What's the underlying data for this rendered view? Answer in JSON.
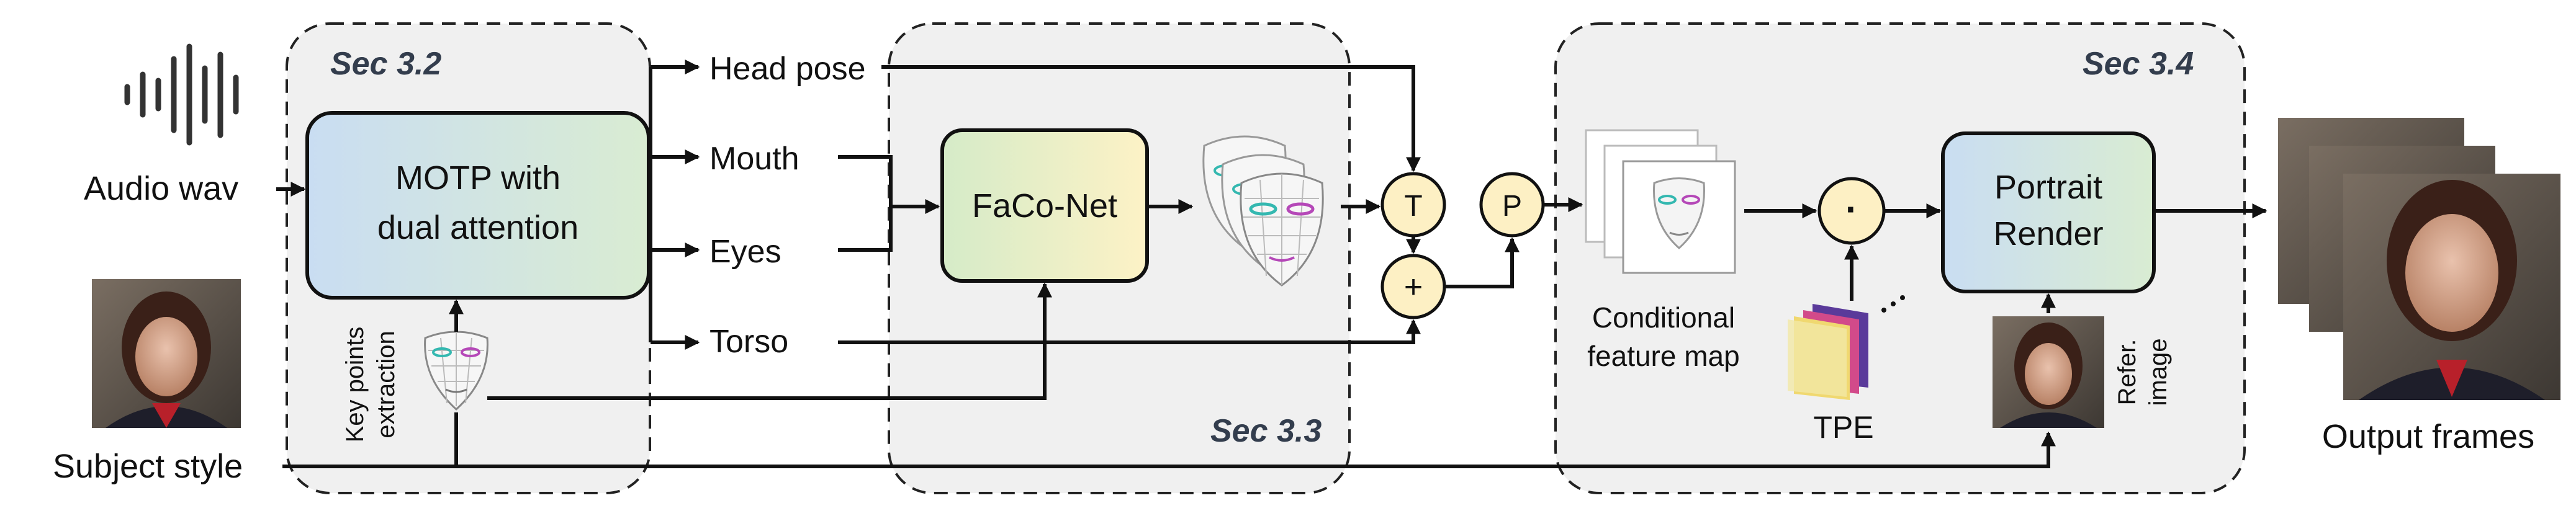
{
  "inputs": {
    "audio_label": "Audio wav",
    "subject_label": "Subject style"
  },
  "sections": {
    "sec32": "Sec 3.2",
    "sec33": "Sec 3.3",
    "sec34": "Sec 3.4"
  },
  "modules": {
    "motp_line1": "MOTP with",
    "motp_line2": "dual attention",
    "faconet": "FaCo-Net",
    "render_line1": "Portrait",
    "render_line2": "Render"
  },
  "branches": [
    "Head pose",
    "Mouth",
    "Eyes",
    "Torso"
  ],
  "ops": {
    "transform": "T",
    "add": "+",
    "project": "P",
    "dot": "·"
  },
  "labels": {
    "keypoints_line1": "Key points",
    "keypoints_line2": "extraction",
    "cond_line1": "Conditional",
    "cond_line2": "feature map",
    "tpe": "TPE",
    "refer_line1": "Refer.",
    "refer_line2": "image",
    "output": "Output frames"
  },
  "colors": {
    "section_fill": "#f0f0f0",
    "motp_gradient": [
      "#c9ddf2",
      "#d9ecd2"
    ],
    "faconet_gradient": [
      "#d5ebc8",
      "#fdf2c6"
    ],
    "render_gradient": [
      "#c9ddf2",
      "#d9ecd2"
    ],
    "op_circle": "#fdf0c4"
  }
}
